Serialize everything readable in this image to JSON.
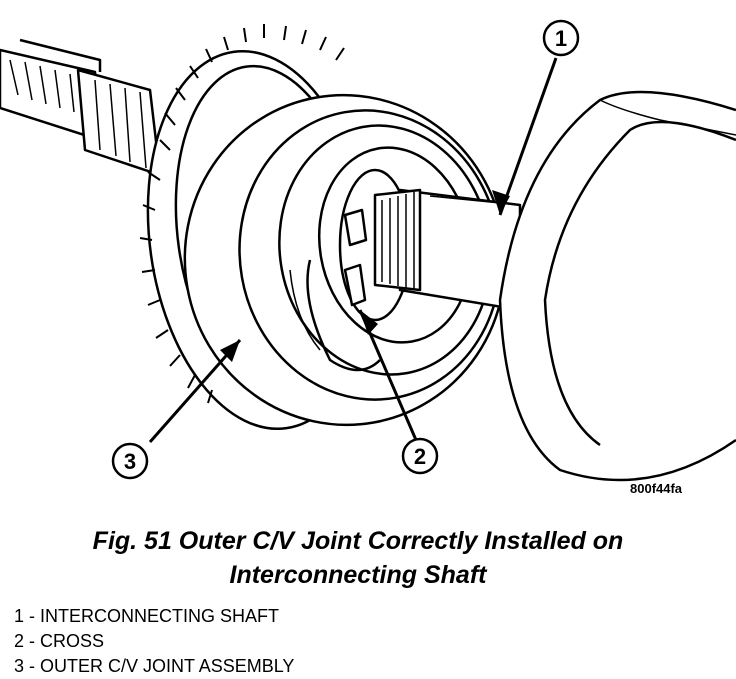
{
  "figure": {
    "callouts": [
      {
        "number": "1"
      },
      {
        "number": "2"
      },
      {
        "number": "3"
      }
    ],
    "code": "800f44fa"
  },
  "caption": {
    "line1": "Fig. 51 Outer C/V Joint Correctly Installed on",
    "line2": "Interconnecting Shaft"
  },
  "legend": {
    "items": [
      "1 - INTERCONNECTING SHAFT",
      "2 - CROSS",
      "3 - OUTER C/V JOINT ASSEMBLY"
    ]
  }
}
